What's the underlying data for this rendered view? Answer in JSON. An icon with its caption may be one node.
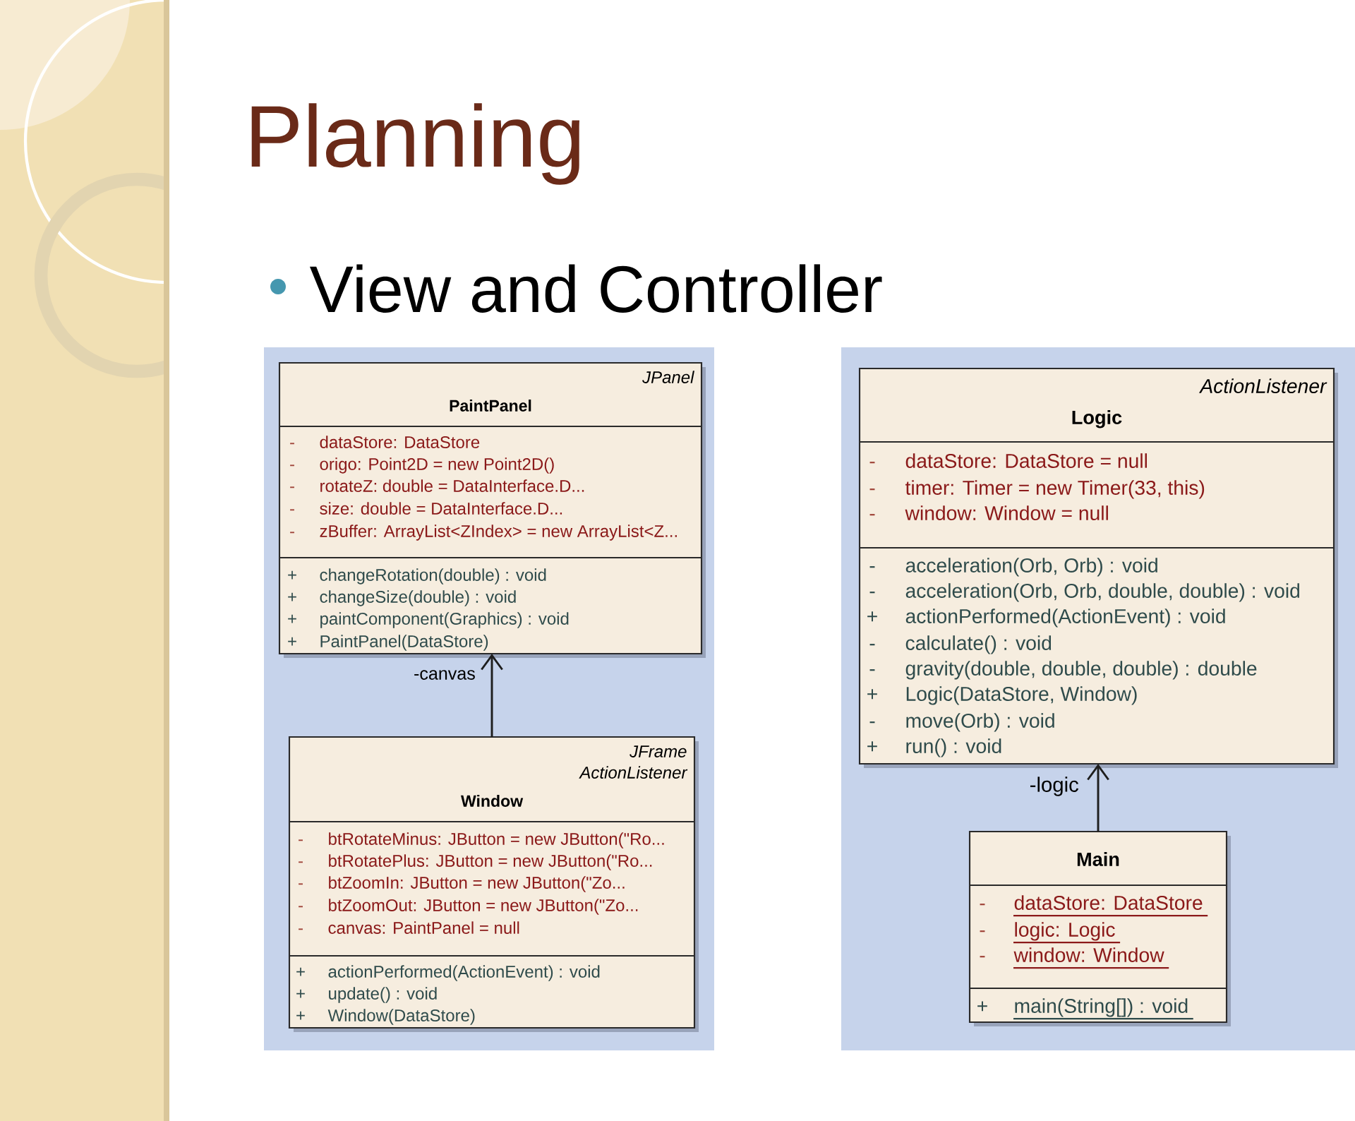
{
  "diagram": {
    "title": "Planning",
    "nodes": [
      {
        "text": [
          "JPanel",
          "PaintPanel",
          "-",
          "dataStore: DataStore",
          "-",
          "origo: Point2D = new Point2D()",
          "-",
          "rotateZ: double = DataInterface.D...",
          "-",
          "size: double = DataInterface.D...",
          "-",
          "zBuffer: ArrayList<ZIndex> = new ArrayList<Z...",
          "+",
          "changeRotation(double) : void",
          "+",
          "changeSize(double) : void",
          "+",
          "paintComponent(Graphics) : void",
          "+",
          "PaintPanel(DataStore)"
        ]
      },
      {
        "text": [
          "JFrame",
          "ActionListener",
          "Window",
          "-",
          "btRotateMinus: JButton = new JButton(\"Ro...",
          "-",
          "btRotatePlus: JButton = new JButton(\"Ro...",
          "-",
          "btZoomIn: JButton = new JButton(\"Zo...",
          "-",
          "btZoomOut: JButton = new JButton(\"Zo...",
          "-",
          "canvas: PaintPanel = null",
          "+",
          "actionPerformed(ActionEvent) : void",
          "+",
          "update() : void",
          "+",
          "Window(DataStore)"
        ]
      },
      {
        "text": [
          "ActionListener",
          "Logic",
          "-",
          "dataStore: DataStore = null",
          "-",
          "timer: Timer = new Timer(33, this)",
          "-",
          "window: Window = null",
          "-",
          "acceleration(Orb, Orb) : void",
          "-",
          "acceleration(Orb, Orb, double, double) : void",
          "+",
          "actionPerformed(ActionEvent) : void",
          "-",
          "calculate() : void",
          "-",
          "gravity(double, double, double) : double",
          "+",
          "Logic(DataStore, Window)",
          "-",
          "move(Orb) : void",
          "+",
          "run() : void"
        ]
      },
      {
        "text": [
          "Main",
          "-",
          "dataStore: DataStore",
          "-",
          "logic: Logic",
          "-",
          "window: Window",
          "+",
          "main(String[]) : void"
        ]
      }
    ],
    "edges": [
      {
        "from": 1,
        "to": 0,
        "arrow": "to",
        "label": "-canvas"
      },
      {
        "from": 3,
        "to": 2,
        "arrow": "to",
        "label": "-logic"
      }
    ],
    "labels": [
      "View and Controller"
    ]
  }
}
